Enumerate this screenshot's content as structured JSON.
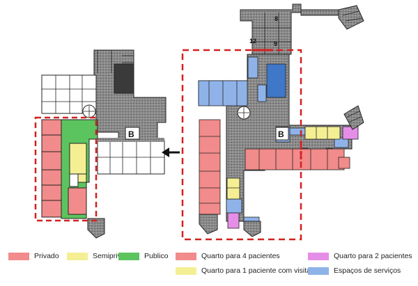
{
  "plan_labels": {
    "left_b": "B",
    "right_b": "B",
    "room_8": "8",
    "room_9": "9",
    "room_12": "12"
  },
  "legend": [
    {
      "label": "Privado",
      "color": "#f28b8b"
    },
    {
      "label": "Semiprivado",
      "color": "#f5ef94"
    },
    {
      "label": "Publico",
      "color": "#5cc45e"
    },
    {
      "label": "Quarto para 4 pacientes",
      "color": "#f28b8b"
    },
    {
      "label": "Quarto para 1 paciente com visita",
      "color": "#f5ef94"
    },
    {
      "label": "Quarto para 2 pacientes",
      "color": "#e58ee8"
    },
    {
      "label": "Espaços de serviços",
      "color": "#8fb3e8"
    }
  ],
  "colors": {
    "dashed_frame": "#d42020",
    "arrow": "#111111",
    "corridor": "#8c8c8c",
    "wall": "#222222"
  }
}
